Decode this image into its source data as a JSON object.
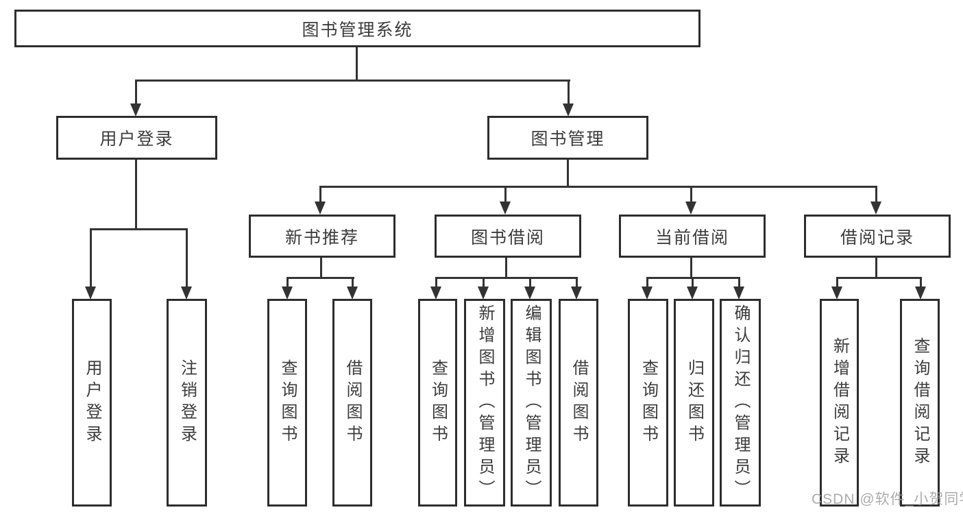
{
  "diagram_type": "hierarchy",
  "colors": {
    "background": "#ffffff",
    "box_border": "#2d2d2d",
    "connector": "#333333",
    "text": "#3c3c3c",
    "watermark": "#9e9e9e"
  },
  "watermark": {
    "text": "CSDN @软件_小贺同学"
  },
  "structure": {
    "label": "图书管理系统",
    "children": [
      {
        "label": "用户登录",
        "children": [
          {
            "label": "用户登录"
          },
          {
            "label": "注销登录"
          }
        ]
      },
      {
        "label": "图书管理",
        "children": [
          {
            "label": "新书推荐",
            "children": [
              {
                "label": "查询图书"
              },
              {
                "label": "借阅图书"
              }
            ]
          },
          {
            "label": "图书借阅",
            "children": [
              {
                "label": "查询图书"
              },
              {
                "label": "新增图书（管理员）"
              },
              {
                "label": "编辑图书（管理员）"
              },
              {
                "label": "借阅图书"
              }
            ]
          },
          {
            "label": "当前借阅",
            "children": [
              {
                "label": "查询图书"
              },
              {
                "label": "归还图书"
              },
              {
                "label": "确认归还（管理员）"
              }
            ]
          },
          {
            "label": "借阅记录",
            "children": [
              {
                "label": "新增借阅记录"
              },
              {
                "label": "查询借阅记录"
              }
            ]
          }
        ]
      }
    ]
  }
}
